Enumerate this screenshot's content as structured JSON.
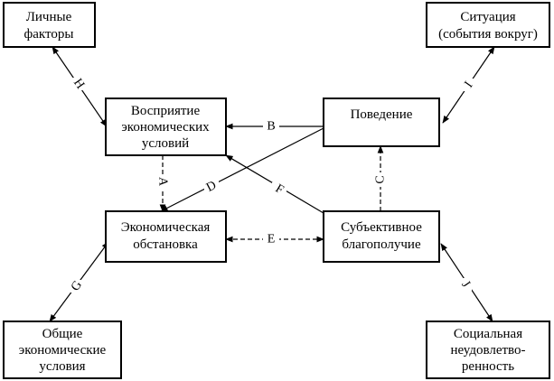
{
  "boxes": {
    "personal": [
      "Личные",
      "факторы"
    ],
    "situation": [
      "Ситуация",
      "(события вокруг)"
    ],
    "perception": [
      "Восприятие",
      "экономических",
      "условий"
    ],
    "behavior": [
      "Поведение"
    ],
    "economic_situation": [
      "Экономическая",
      "обстановка"
    ],
    "wellbeing": [
      "Субъективное",
      "благополучие"
    ],
    "general_conditions": [
      "Общие",
      "экономические",
      "условия"
    ],
    "dissatisfaction": [
      "Социальная",
      "неудовлетво-",
      "ренность"
    ]
  },
  "connectors": {
    "A": "A",
    "B": "B",
    "C": "C",
    "D": "D",
    "E": "E",
    "F": "F",
    "G": "G",
    "H": "H",
    "I": "I",
    "J": "J"
  },
  "line_color": "#000000",
  "background": "#ffffff"
}
